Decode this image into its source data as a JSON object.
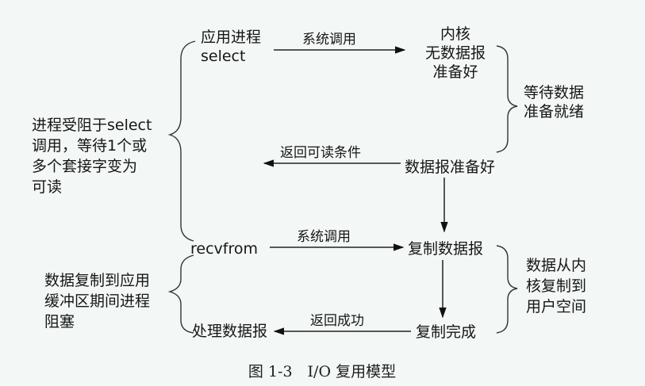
{
  "app_process": [
    "应用进程",
    "select"
  ],
  "kernel_no_data": [
    "内核",
    "无数据报",
    "准备好"
  ],
  "arrow_syscall_top": "系统调用",
  "wait_data_ready": [
    "等待数据",
    "准备就绪"
  ],
  "return_readable": "返回可读条件",
  "datagram_ready": "数据报准备好",
  "blocked_select": [
    "进程受阻于select",
    "调用，等待1个或",
    "多个套接字变为",
    "可读"
  ],
  "recvfrom": "recvfrom",
  "arrow_syscall_bottom": "系统调用",
  "copy_datagram": "复制数据报",
  "copy_kernel_user": [
    "数据从内",
    "核复制到",
    "用户空间"
  ],
  "copy_blocked": [
    "数据复制到应用",
    "缓冲区期间进程",
    "阻塞"
  ],
  "process_datagram": "处理数据报",
  "return_success": "返回成功",
  "copy_done": "复制完成",
  "caption": "图 1-3　I/O 复用模型"
}
